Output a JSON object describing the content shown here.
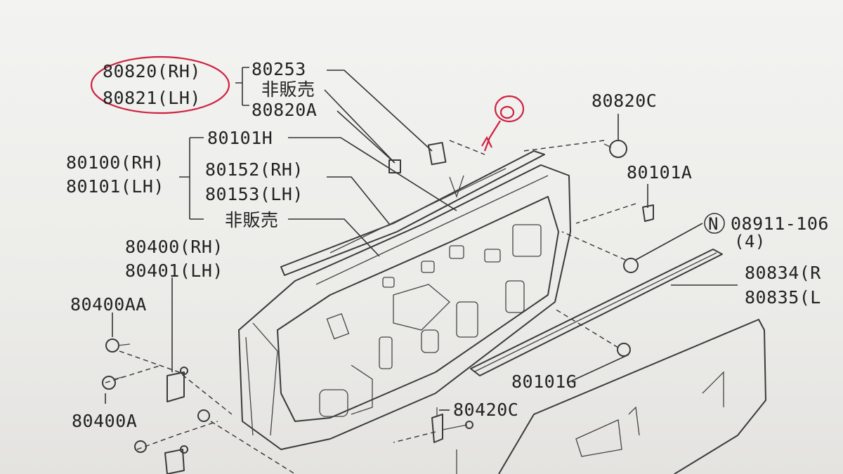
{
  "labels": {
    "p80820": "80820(RH)",
    "p80821": "80821(LH)",
    "p80253": "80253",
    "not_sold_1": "非販売",
    "p80820A": "80820A",
    "p80820C": "80820C",
    "p80101H": "80101H",
    "p80100": "80100(RH)",
    "p80101": "80101(LH)",
    "p80152": "80152(RH)",
    "p80153": "80153(LH)",
    "p80101A": "80101A",
    "not_sold_2": "非販売",
    "p08911": "08911-106",
    "p08911_qty": "(4)",
    "nut_symbol": "N",
    "p80400": "80400(RH)",
    "p80401": "80401(LH)",
    "p80834": "80834(R",
    "p80835": "80835(L",
    "p80400AA": "80400AA",
    "p80101G": "80101G",
    "p80400A": "80400A",
    "p80420C": "80420C"
  },
  "colors": {
    "annotation": "#d02040",
    "ink": "#222222",
    "paper": "#f0f0ee"
  }
}
